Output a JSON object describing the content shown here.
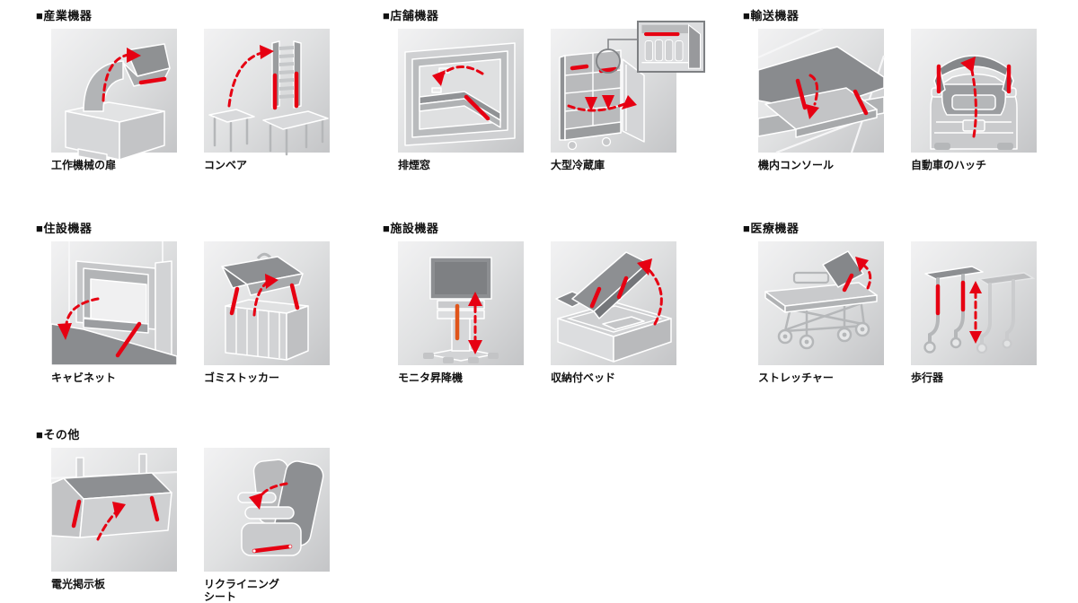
{
  "palette": {
    "accent_red": "#e60012",
    "orange_bar": "#e0551a",
    "illustration_dark_gray": "#85878a",
    "illustration_mid_gray": "#b9babc",
    "illustration_light_gray": "#d6d7d9",
    "tile_gradient_start": "#f2f2f3",
    "tile_gradient_end": "#c4c5c7",
    "text_color": "#111111"
  },
  "groups": [
    {
      "id": "industrial",
      "title": "■産業機器",
      "items": [
        {
          "label": "工作機械の扉",
          "icon": "machine-tool-door-illustration"
        },
        {
          "label": "コンベア",
          "icon": "conveyor-illustration"
        }
      ]
    },
    {
      "id": "store",
      "title": "■店舗機器",
      "items": [
        {
          "label": "排煙窓",
          "icon": "smoke-vent-window-illustration"
        },
        {
          "label": "大型冷蔵庫",
          "icon": "large-refrigerator-illustration"
        }
      ]
    },
    {
      "id": "transport",
      "title": "■輸送機器",
      "items": [
        {
          "label": "機内コンソール",
          "icon": "aircraft-console-illustration"
        },
        {
          "label": "自動車のハッチ",
          "icon": "car-hatch-illustration"
        }
      ]
    },
    {
      "id": "housing",
      "title": "■住設機器",
      "items": [
        {
          "label": "キャビネット",
          "icon": "cabinet-illustration"
        },
        {
          "label": "ゴミストッカー",
          "icon": "garbage-stocker-illustration"
        }
      ]
    },
    {
      "id": "facility",
      "title": "■施設機器",
      "items": [
        {
          "label": "モニタ昇降機",
          "icon": "monitor-lift-illustration"
        },
        {
          "label": "収納付ベッド",
          "icon": "storage-bed-illustration"
        }
      ]
    },
    {
      "id": "medical",
      "title": "■医療機器",
      "items": [
        {
          "label": "ストレッチャー",
          "icon": "stretcher-illustration"
        },
        {
          "label": "歩行器",
          "icon": "walker-illustration"
        }
      ]
    },
    {
      "id": "other",
      "title": "■その他",
      "items": [
        {
          "label": "電光掲示板",
          "icon": "led-display-board-illustration"
        },
        {
          "label": "リクライニング\nシート",
          "icon": "reclining-seat-illustration"
        }
      ]
    }
  ]
}
